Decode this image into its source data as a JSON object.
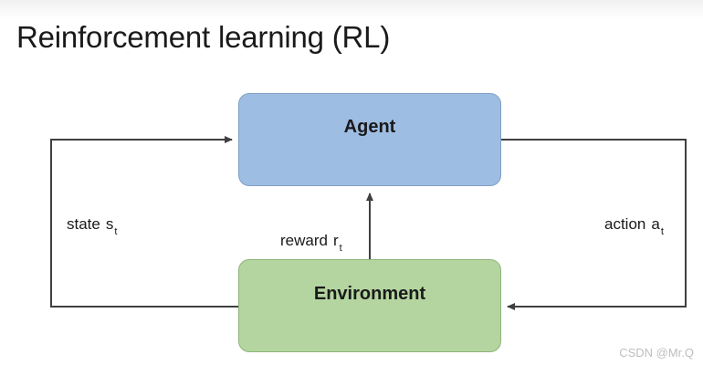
{
  "title": "Reinforcement learning (RL)",
  "agent": {
    "label": "Agent"
  },
  "environment": {
    "label": "Environment"
  },
  "state": {
    "word": "state",
    "symbol": "s",
    "subscript": "t"
  },
  "reward": {
    "word": "reward",
    "symbol": "r",
    "subscript": "t"
  },
  "action": {
    "word": "action",
    "symbol": "a",
    "subscript": "t"
  },
  "watermark": "CSDN @Mr.Q",
  "colors": {
    "agent_fill": "#9ebde2",
    "environment_fill": "#b4d5a0",
    "arrow": "#404040"
  }
}
